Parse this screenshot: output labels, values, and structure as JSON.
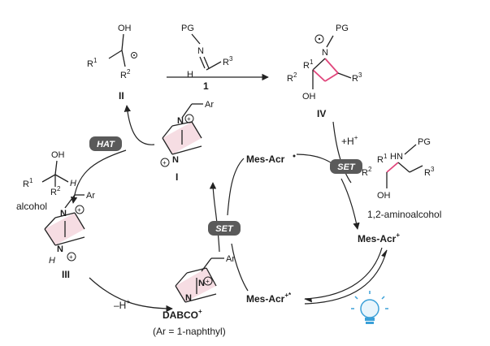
{
  "reagent": {
    "pg": "PG",
    "n": "N",
    "h": "H",
    "r3": "R3",
    "number": "1"
  },
  "radical_ii": {
    "oh": "OH",
    "r1": "R1",
    "r2": "R2",
    "roman": "II"
  },
  "radical_iv": {
    "pg": "PG",
    "n": "N",
    "r1": "R1",
    "r2": "R2",
    "r3": "R3",
    "oh": "OH",
    "roman": "IV"
  },
  "alcohol": {
    "oh": "OH",
    "r1": "R1",
    "r2": "R2",
    "h": "H",
    "label": "alcohol"
  },
  "product": {
    "hn": "HN",
    "pg": "PG",
    "r1": "R1",
    "r2": "R2",
    "r3": "R3",
    "oh": "OH",
    "label": "1,2-aminoalcohol"
  },
  "dabco_radical": {
    "ar": "Ar",
    "roman": "I"
  },
  "dabco_h": {
    "ar": "Ar",
    "h": "H",
    "roman": "III"
  },
  "dabco_cation": {
    "ar": "Ar",
    "name": "DABCO",
    "plus": "+",
    "note": "(Ar = 1-naphthyl)"
  },
  "catalyst": {
    "radical": "Mes-Acr",
    "cation": "Mes-Acr",
    "cation_sup": "+",
    "excited": "Mes-Acr",
    "excited_sup": "+*"
  },
  "steps": {
    "hat": "HAT",
    "set1": "SET",
    "set2": "SET",
    "proton_add": "+H",
    "proton_add_sup": "+",
    "proton_loss": "–H",
    "proton_loss_sup": "+"
  },
  "colors": {
    "pill": "#5a5a5a",
    "highlight_bond": "#e0457b",
    "ring_fill": "#f6dde3",
    "lamp": "#3aa0d8"
  }
}
